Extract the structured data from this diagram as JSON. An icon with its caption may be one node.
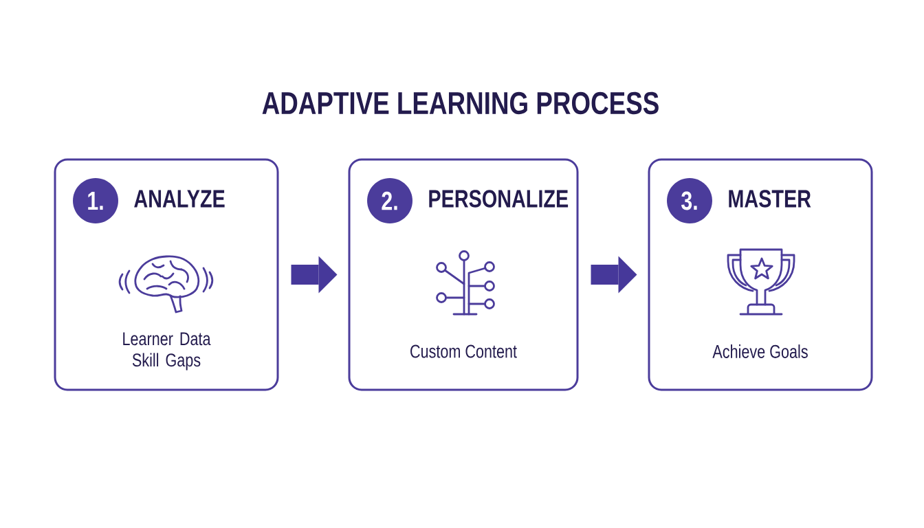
{
  "diagram": {
    "title": "ADAPTIVE LEARNING PROCESS",
    "nodes": [
      {
        "text": [
          "ANALYZE",
          "Learner Data Skill Gaps"
        ]
      },
      {
        "text": [
          "1."
        ],
        "in": 0
      },
      {
        "text": [
          "PERSONALIZE",
          "Custom Content"
        ]
      },
      {
        "text": [
          "2."
        ],
        "in": 2
      },
      {
        "text": [
          "MASTER",
          "Achieve Goals"
        ]
      },
      {
        "text": [
          "3."
        ],
        "in": 4
      }
    ],
    "edges": [
      {
        "from": 0,
        "to": 2,
        "arrow": "to"
      },
      {
        "from": 2,
        "to": 4,
        "arrow": "to"
      }
    ]
  }
}
